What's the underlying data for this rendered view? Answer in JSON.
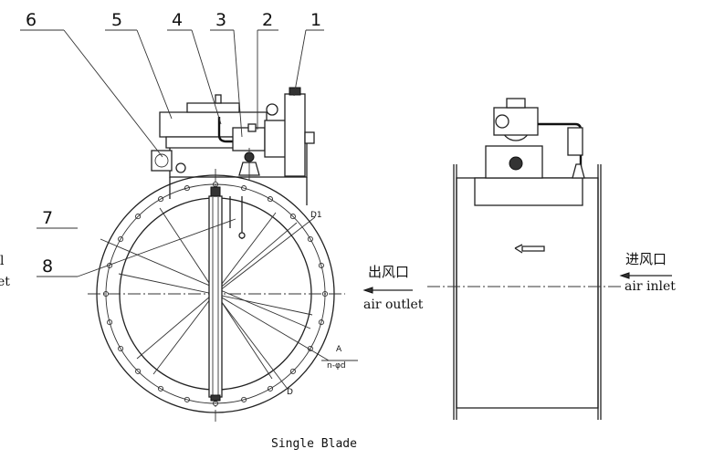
{
  "part_labels": [
    "1",
    "2",
    "3",
    "4",
    "5",
    "6",
    "7",
    "8"
  ],
  "left_view": {
    "dim_d1": "D1",
    "dim_a": "A",
    "dim_holes": "n-φd",
    "dim_d": "D",
    "clipped_left_chars": [
      "l",
      "et"
    ]
  },
  "right_view": {
    "outlet_cn": "出风口",
    "outlet_en": "air outlet",
    "inlet_cn": "进风口",
    "inlet_en": "air inlet"
  },
  "caption": "Single Blade"
}
